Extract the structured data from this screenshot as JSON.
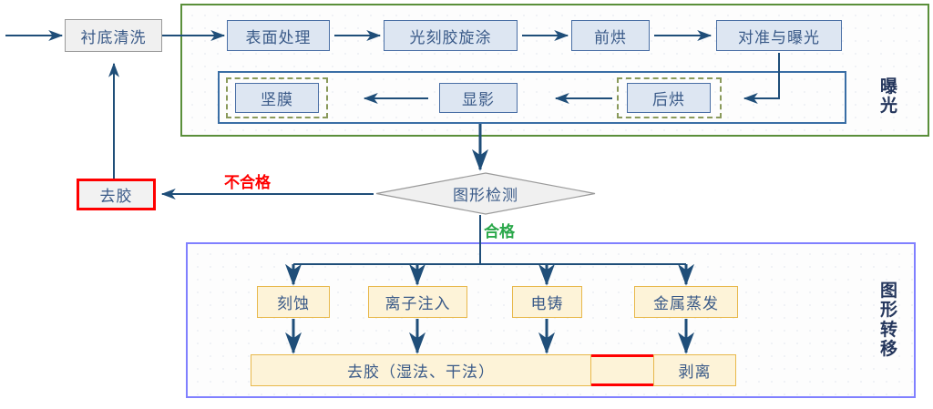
{
  "diagram": {
    "title_hidden": "",
    "colors": {
      "arrow": "#1f4e79",
      "box_text": "#3a5a88",
      "green_frame": "#5a8f3a",
      "blue_frame": "#3a6ea5",
      "purple_frame": "#8080ff",
      "red": "#ff0000",
      "green_label": "#2aa84a",
      "cream_fill": "#fdf3d8",
      "cream_border": "#e8b84b",
      "blue_fill": "#dde6f2",
      "blue_border": "#4a6fa5",
      "gray_fill": "#f0f0f0",
      "gray_border": "#9a9a9a"
    },
    "sections": [
      {
        "id": "exposure",
        "label": "曝 光",
        "label_chars": "曝光"
      },
      {
        "id": "pattern-transfer",
        "label": "图形转移",
        "label_chars": "图形转移"
      }
    ],
    "nodes": {
      "substrate_clean": "衬底清洗",
      "surface_treatment": "表面处理",
      "resist_spin": "光刻胶旋涂",
      "pre_bake": "前烘",
      "align_expose": "对准与曝光",
      "post_bake": "后烘",
      "develop": "显影",
      "hard_bake": "坚膜",
      "inspect": "图形检测",
      "strip_resist": "去胶",
      "etch": "刻蚀",
      "ion_implant": "离子注入",
      "electroforming": "电铸",
      "metal_evaporation": "金属蒸发",
      "strip_wet_dry": "去胶（湿法、干法）",
      "liftoff": "剥离"
    },
    "edge_labels": {
      "fail": "不合格",
      "pass": "合格"
    }
  }
}
